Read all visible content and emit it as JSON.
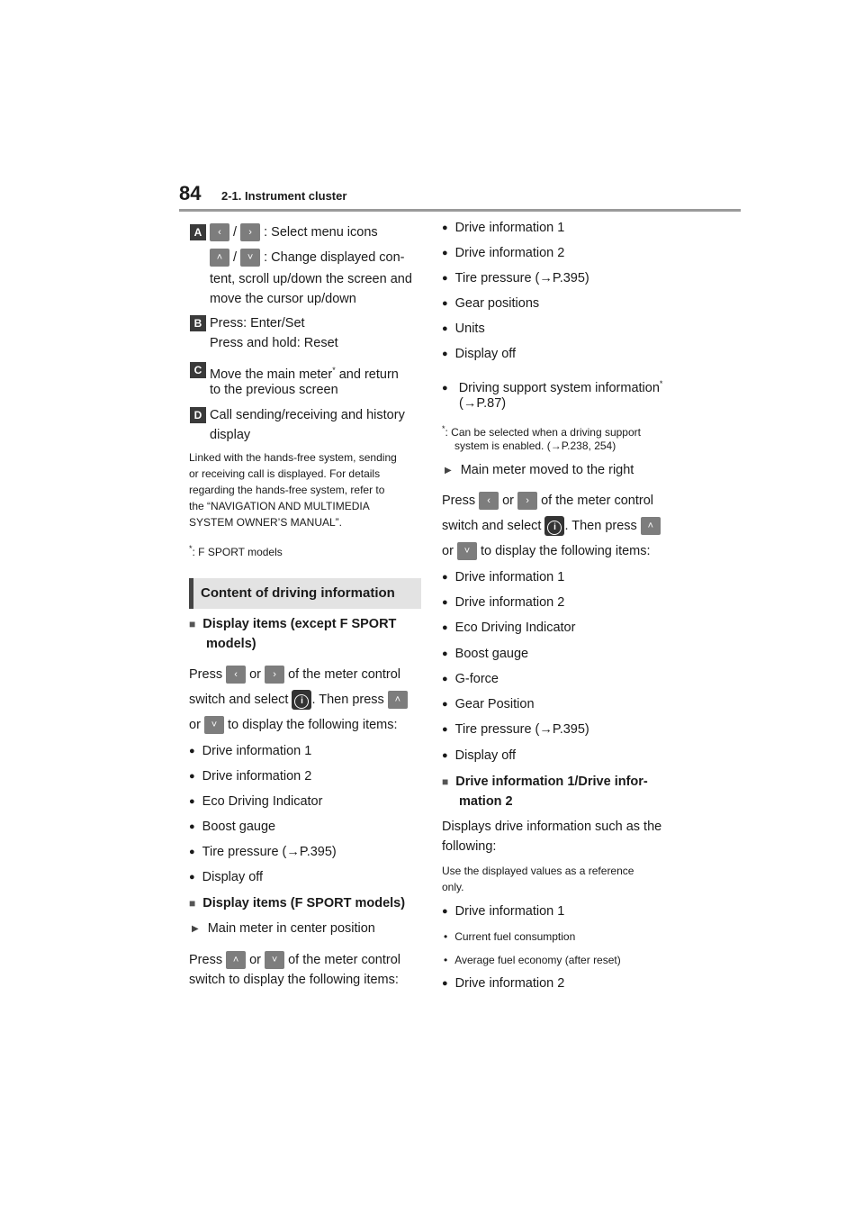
{
  "header": {
    "page_number": "84",
    "section": "2-1. Instrument cluster"
  },
  "labels": {
    "A": "A",
    "B": "B",
    "C": "C",
    "D": "D"
  },
  "left": {
    "a_line1_tail": ": Select menu icons",
    "a_line2_tail": ": Change displayed con-",
    "a_line3": "tent, scroll up/down the screen and",
    "a_line4": "move the cursor up/down",
    "slash": "/",
    "b_line1": "Press: Enter/Set",
    "b_line2": "Press and hold: Reset",
    "c_line1": "Move the main meter",
    "c_line1_sup": "*",
    "c_line1_tail": " and return",
    "c_line2": "to the previous screen",
    "d_line1": "Call sending/receiving and history",
    "d_line2": "display",
    "note": [
      "Linked with the hands-free system, sending",
      "or receiving call is displayed. For details",
      "regarding the hands-free system, refer to",
      "the “NAVIGATION AND MULTIMEDIA",
      "SYSTEM OWNER’S MANUAL”."
    ],
    "footnote_mark": "*",
    "footnote": ": F SPORT models",
    "content_heading": "Content of driving information",
    "display_items_heading1": "Display items (except F SPORT",
    "display_items_heading2": "models)",
    "press": "Press ",
    "or": " or ",
    "of_meter": " of the meter control",
    "switch_select": "switch and select ",
    "then_press": ". Then press ",
    "or2": "or ",
    "to_display": " to display the following items:",
    "items1": [
      "Drive information 1",
      "Drive information 2",
      "Eco Driving Indicator",
      "Boost gauge",
      "Tire pressure (→P.395)",
      "Display off"
    ],
    "fsport_heading": "Display items (F SPORT models)",
    "center_position": "Main meter in center position",
    "switch_display": "switch to display the following items:"
  },
  "right": {
    "items_top": [
      "Drive information 1",
      "Drive information 2",
      "Tire pressure (→P.395)",
      "Gear positions",
      "Units",
      "Display off"
    ],
    "driving_support": "Driving support system information",
    "driving_support_sup": "*",
    "driving_support_ref": "(→P.87)",
    "fn_mark": "*",
    "fn_line1": ": Can be selected when a driving support",
    "fn_line2": "system is enabled. (→P.238, 254)",
    "moved_right": "Main meter moved to the right",
    "items_right": [
      "Drive information 1",
      "Drive information 2",
      "Eco Driving Indicator",
      "Boost gauge",
      "G-force",
      "Gear Position",
      "Tire pressure (→P.395)",
      "Display off"
    ],
    "di_heading1": "Drive information 1/Drive infor-",
    "di_heading2": "mation 2",
    "di_desc1": "Displays drive information such as the",
    "di_desc2": "following:",
    "ref_note1": "Use the displayed values as a reference",
    "ref_note2": "only.",
    "di1": "Drive information 1",
    "di1_items": [
      "Current fuel consumption",
      "Average fuel economy (after reset)"
    ],
    "di2": "Drive information 2"
  },
  "icons": {
    "left": "‹",
    "right": "›",
    "up": "˄",
    "down": "˅",
    "info": "i"
  },
  "colors": {
    "label_bg": "#3a3a3a",
    "key_bg": "#7d7d7d",
    "heading_bg": "#e3e3e3"
  }
}
